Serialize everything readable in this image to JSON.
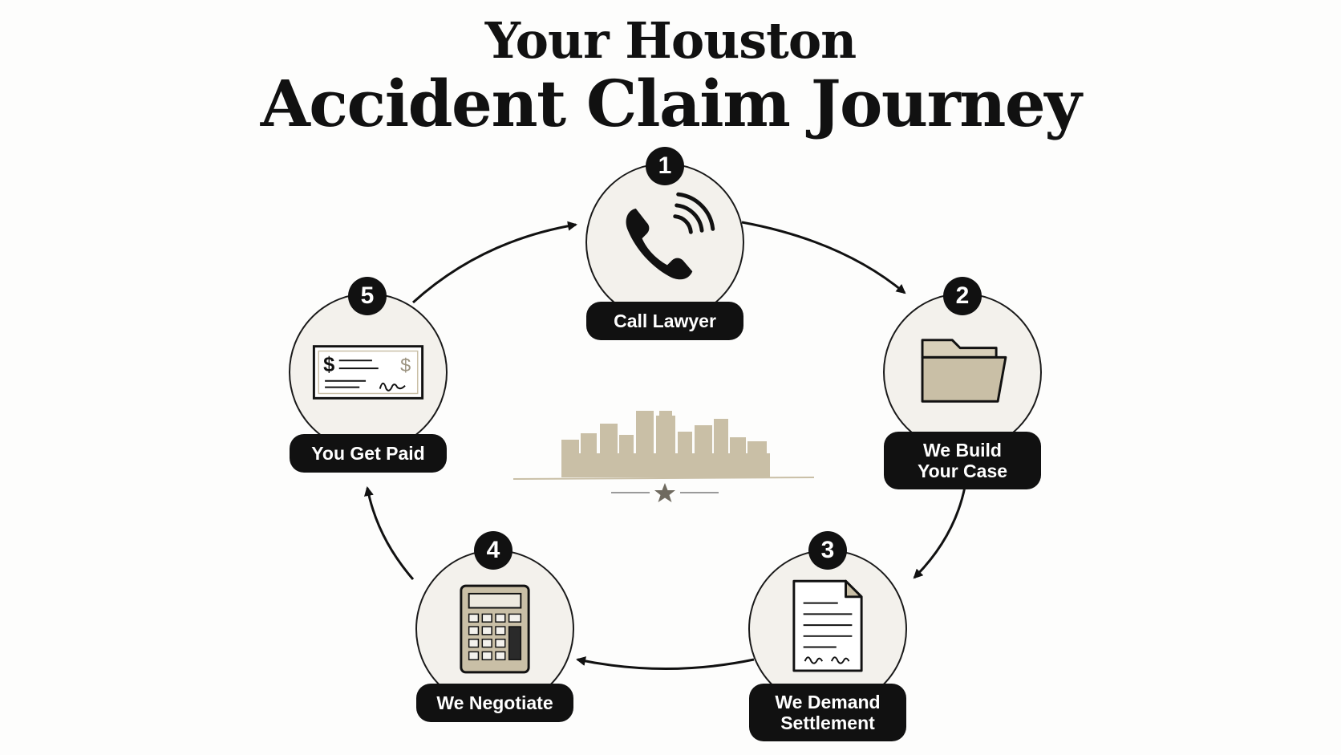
{
  "title": {
    "line1": "Your Houston",
    "line2": "Accident Claim Journey"
  },
  "steps": [
    {
      "number": "1",
      "label": "Call Lawyer",
      "icon": "phone-icon"
    },
    {
      "number": "2",
      "label": "We Build\nYour Case",
      "icon": "folder-icon"
    },
    {
      "number": "3",
      "label": "We Demand\nSettlement",
      "icon": "document-icon"
    },
    {
      "number": "4",
      "label": "We Negotiate",
      "icon": "calculator-icon"
    },
    {
      "number": "5",
      "label": "You Get Paid",
      "icon": "check-icon"
    }
  ],
  "center": {
    "icon": "houston-skyline-icon",
    "ornament": "star-icon"
  },
  "colors": {
    "ink": "#111111",
    "circle_fill": "#f3f1ec",
    "accent_tan": "#c9bfa6"
  }
}
